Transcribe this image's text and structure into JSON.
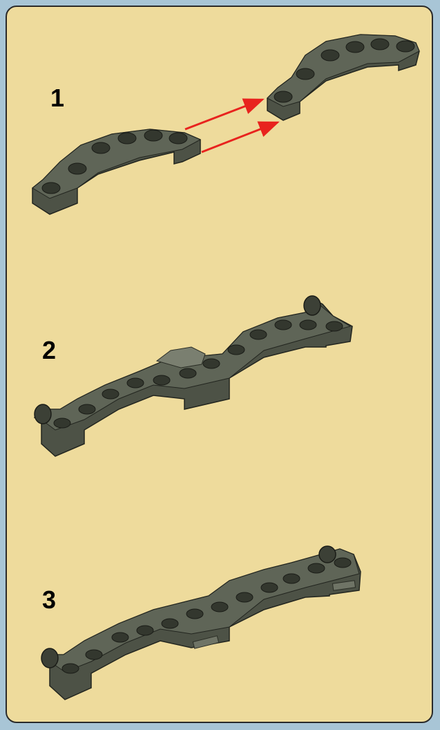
{
  "steps": [
    {
      "number": "1"
    },
    {
      "number": "2"
    },
    {
      "number": "3"
    }
  ],
  "colors": {
    "background_outer": "#a8c5d6",
    "panel": "#eedb9c",
    "brick_dark": "#3c4036",
    "brick_mid": "#4d5246",
    "brick_light": "#6a7060",
    "arrow": "#e8231e"
  }
}
